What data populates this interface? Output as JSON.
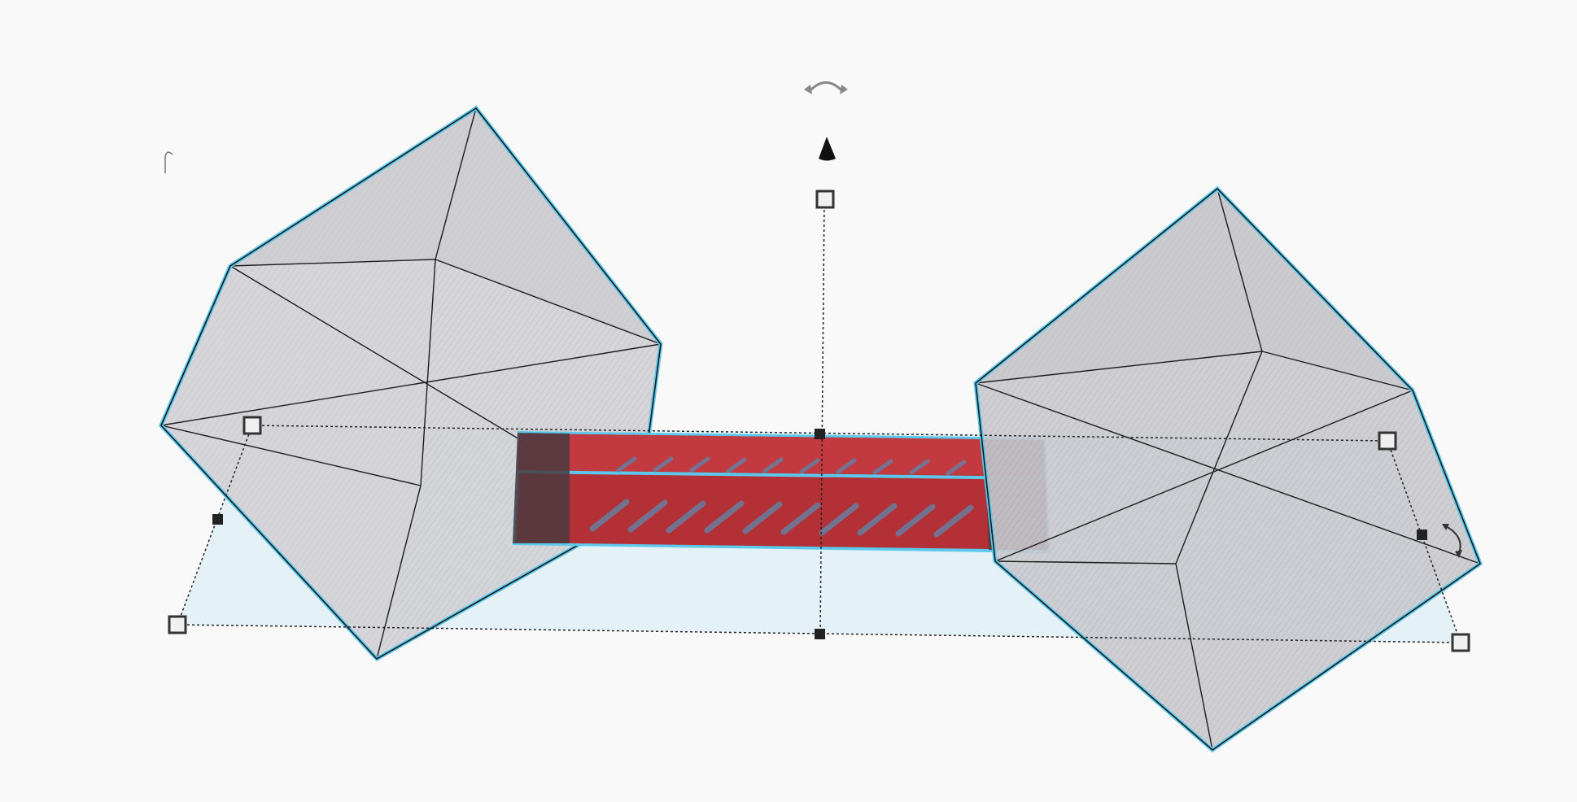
{
  "viewport": {
    "background": "#f9f9f9",
    "selection_outline_color": "#5bc8ec",
    "hole_fill_color": "#d4d4d8",
    "box_fill_color": "#b23036",
    "workplane_shadow_color": "#dcedf6",
    "handle_fill": "#f0f0f0",
    "handle_stroke": "#333333",
    "objects": [
      {
        "kind": "hole-cube",
        "label": "left-hole-cube"
      },
      {
        "kind": "red-box",
        "label": "center-red-box"
      },
      {
        "kind": "hole-cube",
        "label": "right-hole-cube"
      }
    ],
    "icons": {
      "rotate_top": "rotate-arrow-icon",
      "lift": "lift-cone-icon",
      "rotate_right": "rotate-arrow-icon",
      "rotate_left": "rotate-arrow-icon"
    }
  }
}
